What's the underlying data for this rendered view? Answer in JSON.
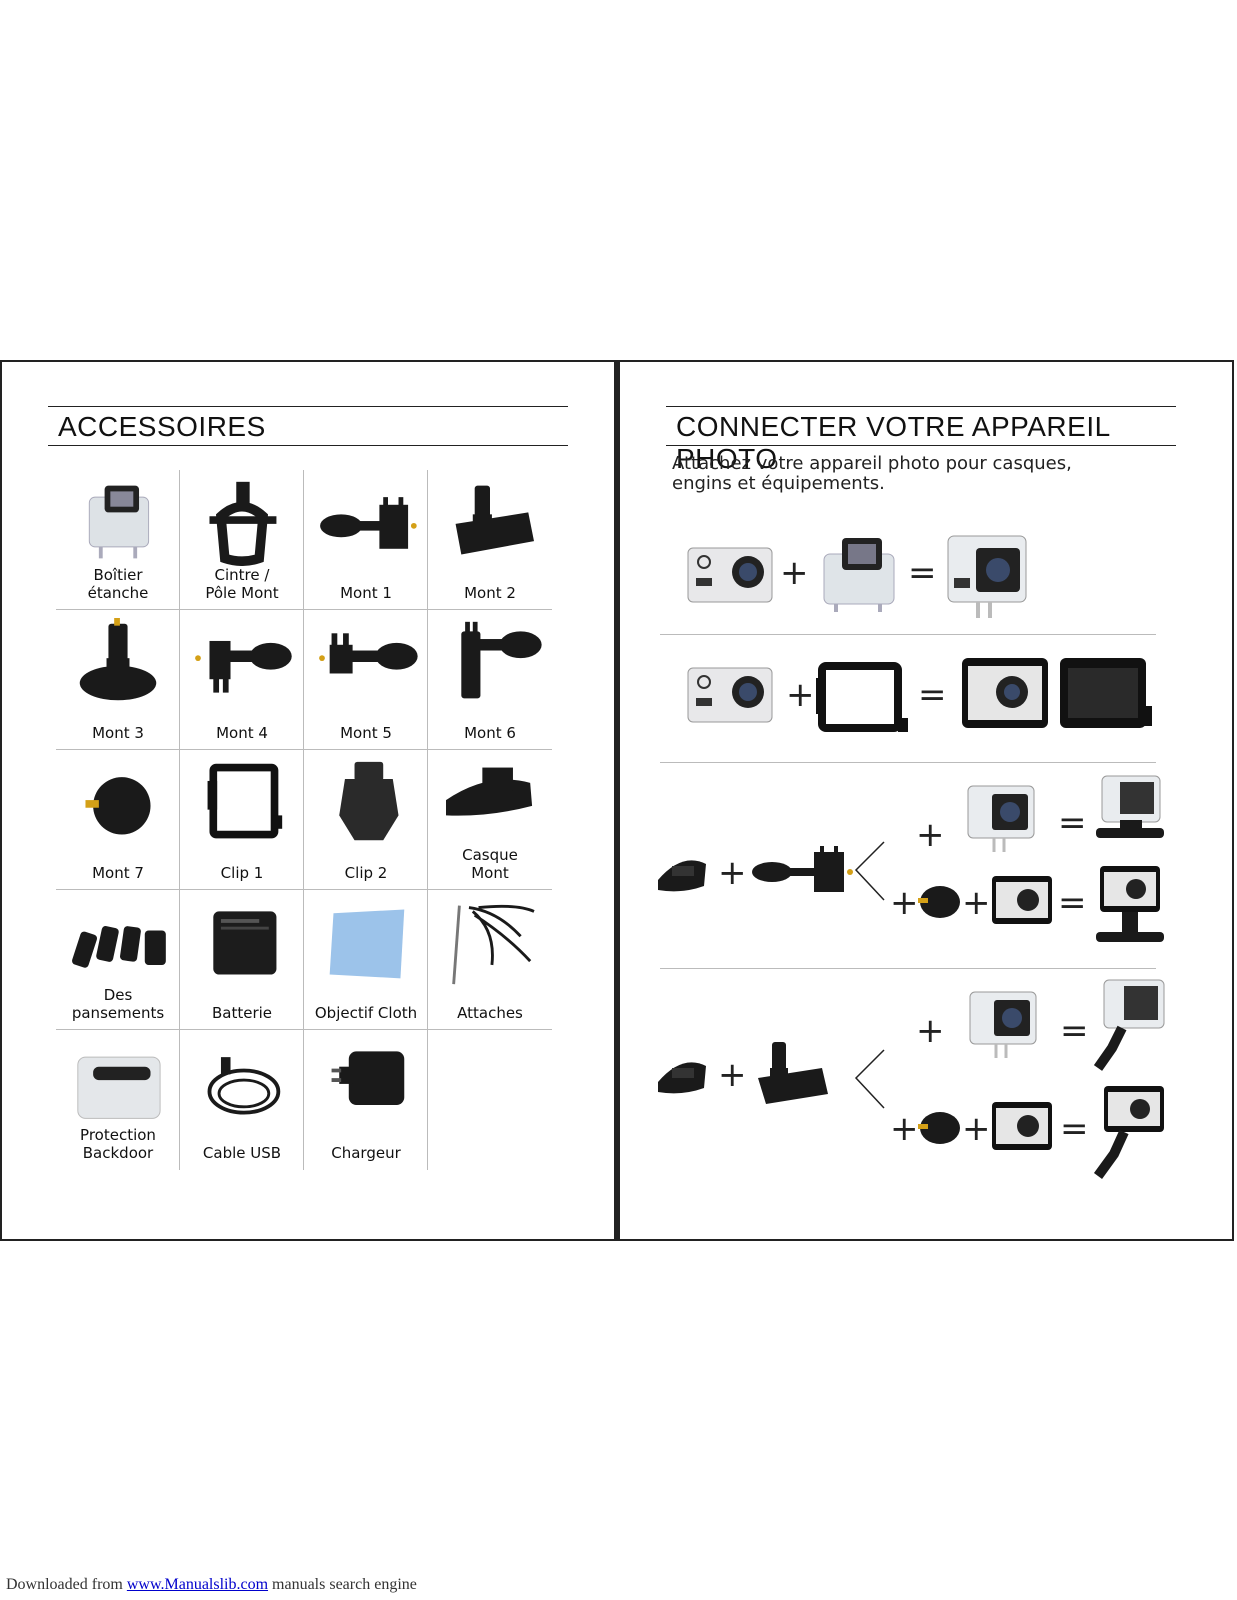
{
  "left_page": {
    "title": "ACCESSOIRES",
    "accessories": [
      {
        "label": "Boîtier\nétanche",
        "icon": "waterproof-case-icon"
      },
      {
        "label": "Cintre /\nPôle Mont",
        "icon": "handlebar-mount-icon"
      },
      {
        "label": "Mont 1",
        "icon": "mount-1-icon"
      },
      {
        "label": "Mont 2",
        "icon": "mount-2-icon"
      },
      {
        "label": "Mont 3",
        "icon": "mount-3-icon"
      },
      {
        "label": "Mont 4",
        "icon": "mount-4-icon"
      },
      {
        "label": "Mont 5",
        "icon": "mount-5-icon"
      },
      {
        "label": "Mont 6",
        "icon": "mount-6-icon"
      },
      {
        "label": "Mont 7",
        "icon": "mount-7-icon"
      },
      {
        "label": "Clip 1",
        "icon": "clip-1-icon"
      },
      {
        "label": "Clip 2",
        "icon": "clip-2-icon"
      },
      {
        "label": "Casque\nMont",
        "icon": "helmet-mount-icon"
      },
      {
        "label": "Des pansements",
        "icon": "adhesive-pads-icon"
      },
      {
        "label": "Batterie",
        "icon": "battery-icon"
      },
      {
        "label": "Objectif Cloth",
        "icon": "lens-cloth-icon"
      },
      {
        "label": "Attaches",
        "icon": "cable-ties-icon"
      },
      {
        "label": "Protection\nBackdoor",
        "icon": "backdoor-icon"
      },
      {
        "label": "Cable USB",
        "icon": "usb-cable-icon"
      },
      {
        "label": "Chargeur",
        "icon": "charger-icon"
      },
      {
        "label": "",
        "icon": ""
      }
    ]
  },
  "right_page": {
    "title": "CONNECTER VOTRE APPAREIL PHOTO",
    "intro": "Attachez votre appareil photo pour casques,\nengins et équipements.",
    "plus": "+",
    "equals": "="
  },
  "footer": {
    "prefix": "Downloaded from ",
    "link": "www.Manualslib.com",
    "suffix": "  manuals search engine"
  }
}
